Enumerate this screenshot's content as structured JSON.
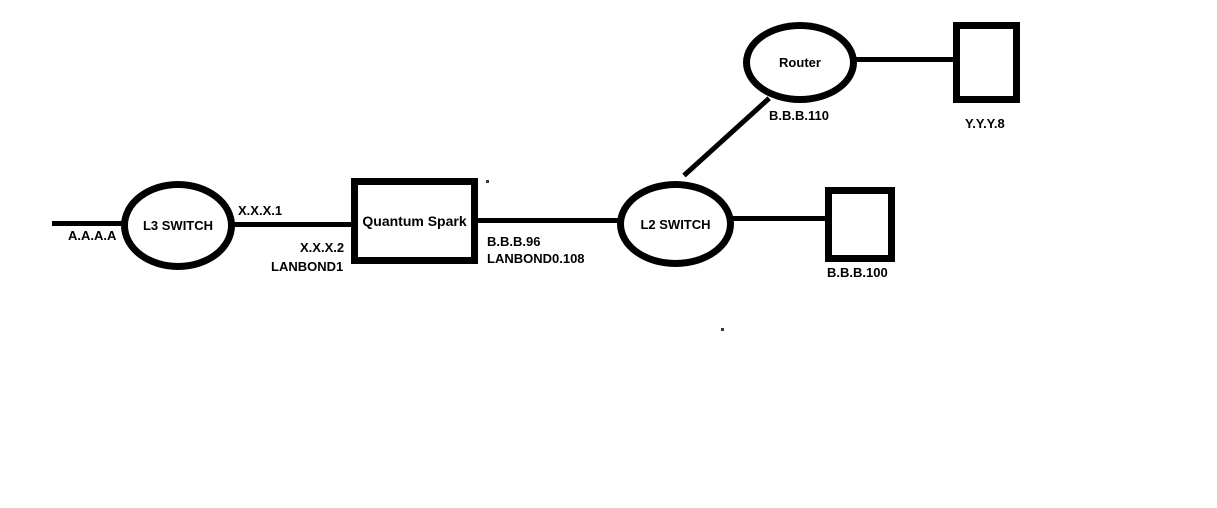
{
  "diagram": {
    "type": "network-topology-sketch",
    "background_color": "#ffffff",
    "stroke_color": "#000000",
    "nodes": {
      "l3_switch": {
        "label": "L3 SWITCH",
        "shape": "ellipse"
      },
      "quantum_spark": {
        "label": "Quantum Spark",
        "shape": "rectangle"
      },
      "l2_switch": {
        "label": "L2 SWITCH",
        "shape": "ellipse"
      },
      "router": {
        "label": "Router",
        "shape": "ellipse"
      },
      "endpoint_y": {
        "label": "",
        "shape": "square"
      },
      "endpoint_b": {
        "label": "",
        "shape": "square"
      }
    },
    "labels": {
      "wan_a": "A.A.A.A",
      "x_1": "X.X.X.1",
      "x_2": "X.X.X.2",
      "lanbond1": "LANBOND1",
      "b_96": "B.B.B.96",
      "lanbond0_108": "LANBOND0.108",
      "b_110": "B.B.B.110",
      "b_100": "B.B.B.100",
      "y_8": "Y.Y.Y.8"
    },
    "edges": [
      {
        "from": "wan",
        "to": "l3_switch"
      },
      {
        "from": "l3_switch",
        "to": "quantum_spark",
        "labels": [
          "X.X.X.1",
          "X.X.X.2",
          "LANBOND1"
        ]
      },
      {
        "from": "quantum_spark",
        "to": "l2_switch",
        "labels": [
          "B.B.B.96",
          "LANBOND0.108"
        ]
      },
      {
        "from": "l2_switch",
        "to": "router",
        "labels": [
          "B.B.B.110"
        ]
      },
      {
        "from": "l2_switch",
        "to": "endpoint_b",
        "labels": [
          "B.B.B.100"
        ]
      },
      {
        "from": "router",
        "to": "endpoint_y",
        "labels": [
          "Y.Y.Y.8"
        ]
      }
    ]
  }
}
